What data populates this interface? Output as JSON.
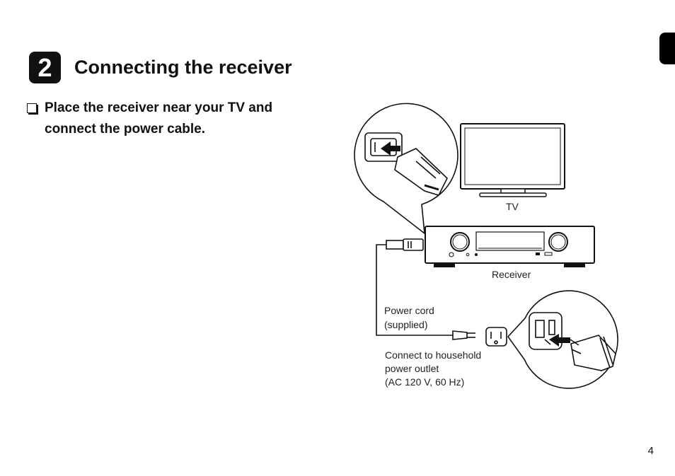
{
  "step": {
    "number": "2",
    "title": "Connecting the receiver"
  },
  "instruction": {
    "text": "Place the receiver near your TV and connect the power cable."
  },
  "diagram": {
    "tv_label": "TV",
    "receiver_label": "Receiver",
    "power_cord_label_line1": "Power cord",
    "power_cord_label_line2": "(supplied)",
    "outlet_label_line1": "Connect to household",
    "outlet_label_line2": "power outlet",
    "outlet_label_line3": "(AC 120 V, 60 Hz)"
  },
  "page": {
    "number": "4"
  }
}
